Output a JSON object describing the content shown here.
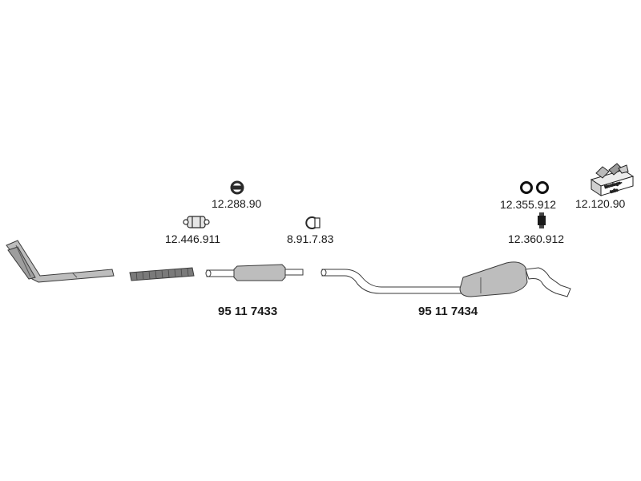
{
  "parts": {
    "clamp_ring": "12.288.90",
    "clamp_double": "12.446.911",
    "clamp_u": "8.91.7.83",
    "rubber_rings": "12.355.912",
    "mounting_kit": "12.120.90",
    "rubber_hanger": "12.360.912",
    "middle_silencer": "95 11 7433",
    "rear_silencer": "95 11 7434"
  },
  "kit_box": {
    "line1": "Montage-",
    "line2": "teile"
  },
  "colors": {
    "pipe_fill": "#bdbdbd",
    "pipe_stroke": "#3a3a3a",
    "flex_fill": "#7a7a7a",
    "label": "#1a1a1a"
  }
}
